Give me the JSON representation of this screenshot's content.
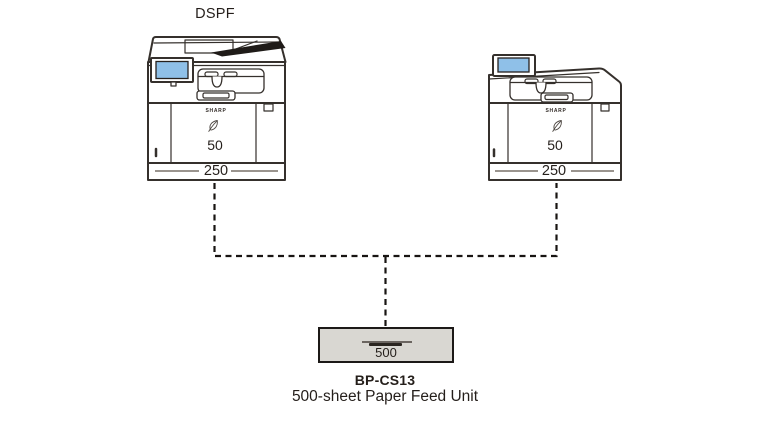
{
  "diagram": {
    "left_device": {
      "label": "DSPF",
      "brand": "SHARP",
      "bypass_capacity": "50",
      "tray_capacity": "250"
    },
    "right_device": {
      "brand": "SHARP",
      "bypass_capacity": "50",
      "tray_capacity": "250"
    },
    "feed_unit": {
      "capacity": "500",
      "model": "BP-CS13",
      "name": "500-sheet Paper Feed Unit"
    },
    "icons": {
      "left_device_logo": "eco-leaf-icon",
      "right_device_logo": "eco-leaf-icon",
      "left_display": "touchscreen",
      "right_display": "display-screen"
    },
    "colors": {
      "screen_blue": "#8fc0e8",
      "unit_fill": "#d9d7d2",
      "line_dark": "#35302c",
      "connector_black": "#181412",
      "handle_gray": "#9a948e",
      "text_dark": "#241e1a"
    }
  }
}
